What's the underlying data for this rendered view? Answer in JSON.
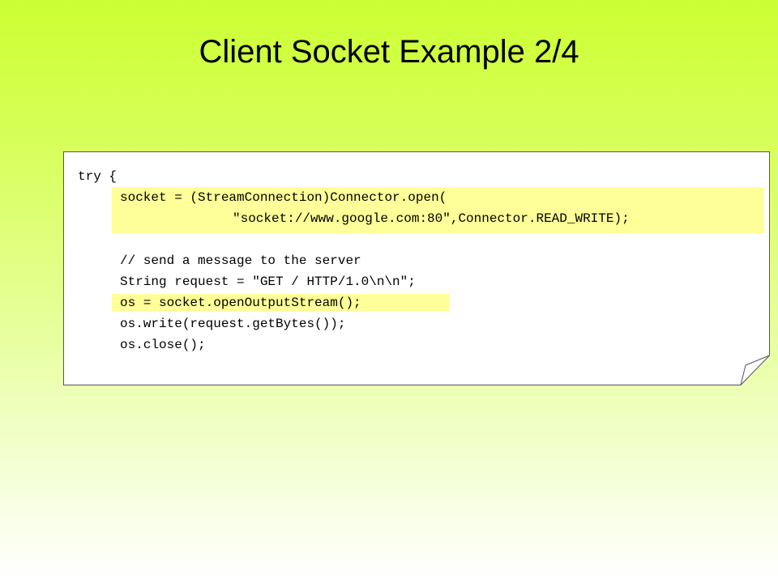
{
  "slide": {
    "title": "Client Socket Example 2/4"
  },
  "code": {
    "lines": [
      "try {",
      "socket = (StreamConnection)Connector.open(",
      "\"socket://www.google.com:80\",Connector.READ_WRITE);",
      "// send a message to the server",
      "String request = \"GET / HTTP/1.0\\n\\n\";",
      "os = socket.openOutputStream();",
      "os.write(request.getBytes());",
      "os.close();"
    ],
    "highlight_color": "#ffff99"
  }
}
